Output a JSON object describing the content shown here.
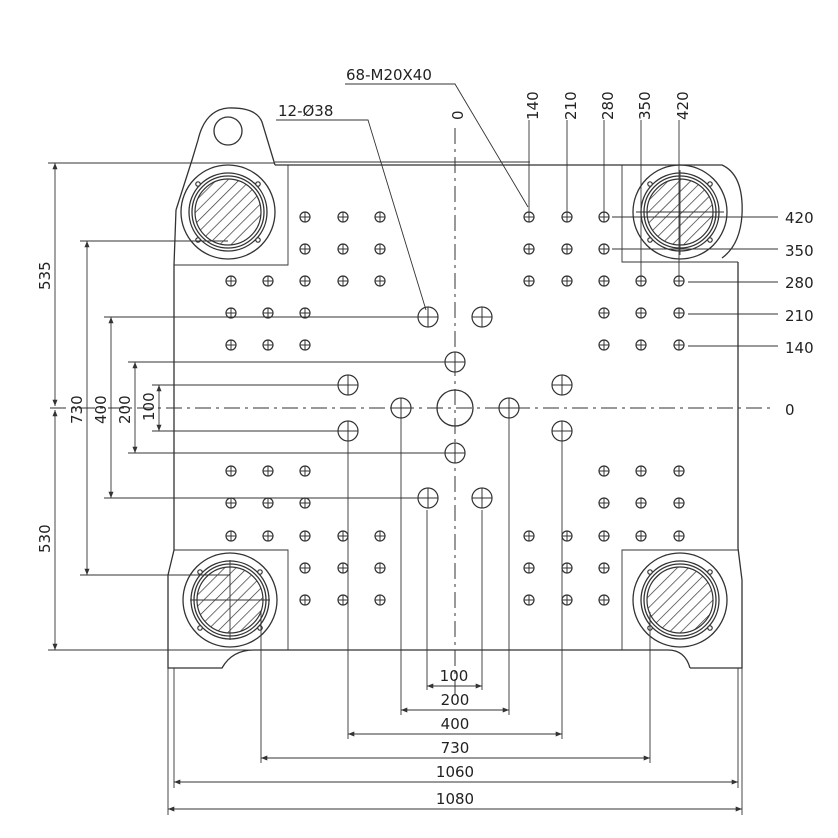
{
  "annotations": {
    "tapped_holes": "68-M20X40",
    "through_holes": "12-Ø38"
  },
  "top_labels": [
    "0",
    "140",
    "210",
    "280",
    "350",
    "420"
  ],
  "right_labels": [
    "420",
    "350",
    "280",
    "210",
    "140",
    "0"
  ],
  "left_dims": {
    "upper": "535",
    "lower": "530",
    "d730": "730",
    "d400": "400",
    "d200": "200",
    "d100": "100"
  },
  "bottom_dims": [
    "100",
    "200",
    "400",
    "730",
    "1060",
    "1080"
  ]
}
